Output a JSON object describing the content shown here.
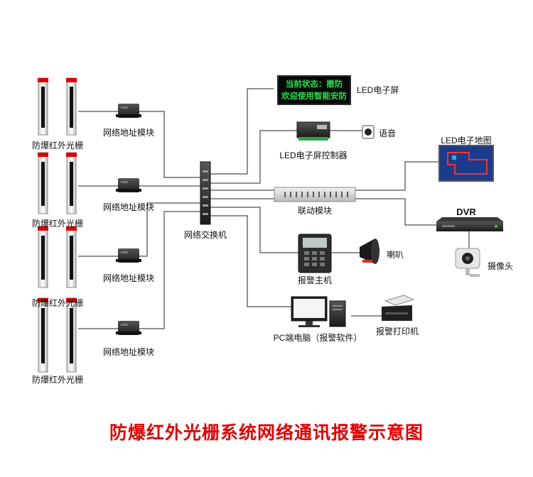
{
  "labels": {
    "barrier": "防爆红外光栅",
    "address_module": "网络地址模块",
    "switch": "网络交换机",
    "led_screen": "LED电子屏",
    "led_controller": "LED电子屏控制器",
    "voice": "语音",
    "led_map": "LED电子地图",
    "linkage": "联动模块",
    "dvr": "DVR",
    "camera": "摄像头",
    "alarm_host": "报警主机",
    "horn": "喇叭",
    "pc": "PC端电脑（报警软件）",
    "printer": "报警打印机"
  },
  "led_text": {
    "line1": "当前状态：撤防",
    "line2": "欢迎使用智能安防"
  },
  "title": "防爆红外光栅系统网络通讯报警示意图",
  "colors": {
    "title": "#e30000",
    "led_text": "#27e04a",
    "line": "#222222"
  }
}
